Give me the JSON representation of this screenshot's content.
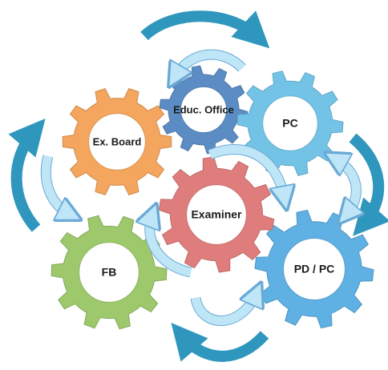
{
  "diagram": {
    "gears": [
      {
        "id": "educ-office",
        "label": "Educ. Office",
        "color": "#5c8cc4",
        "font_size": 13
      },
      {
        "id": "pc",
        "label": "PC",
        "color": "#73c3e6",
        "font_size": 14
      },
      {
        "id": "ex-board",
        "label": "Ex. Board",
        "color": "#f4a55e",
        "font_size": 13
      },
      {
        "id": "examiner",
        "label": "Examiner",
        "color": "#df7d7d",
        "font_size": 14
      },
      {
        "id": "fb",
        "label": "FB",
        "color": "#9dc86b",
        "font_size": 14
      },
      {
        "id": "pd-pc",
        "label": "PD / PC",
        "color": "#5fb0e3",
        "font_size": 14
      }
    ],
    "arrow_colors": {
      "dark": "#2f97bd",
      "light": "#bfe6f7",
      "light_stroke": "#6aa9d6"
    }
  }
}
